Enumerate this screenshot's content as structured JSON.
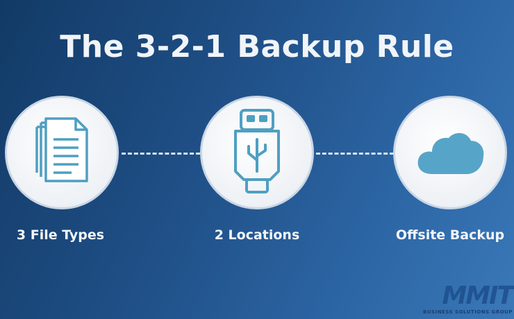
{
  "title": "The 3-2-1 Backup Rule",
  "nodes": [
    {
      "label": "3 File Types",
      "icon": "documents-icon"
    },
    {
      "label": "2 Locations",
      "icon": "usb-drive-icon"
    },
    {
      "label": "Offsite Backup",
      "icon": "cloud-icon"
    }
  ],
  "colors": {
    "icon_stroke": "#4e9fc2",
    "icon_fill": "#56a5c8",
    "connector": "#d9e4f0"
  },
  "brand": {
    "mark": "MMIT",
    "subtitle": "BUSINESS SOLUTIONS GROUP"
  }
}
